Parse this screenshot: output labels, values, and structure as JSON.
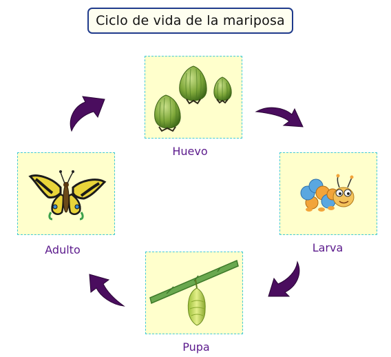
{
  "title": "Ciclo de vida de la mariposa",
  "stages": {
    "egg": {
      "label": "Huevo"
    },
    "larva": {
      "label": "Larva"
    },
    "pupa": {
      "label": "Pupa"
    },
    "adult": {
      "label": "Adulto"
    }
  },
  "colors": {
    "title_border": "#1f3a8c",
    "box_fill": "#ffffcc",
    "box_border": "#3ec8d6",
    "label_text": "#5b1a8c",
    "arrow_fill": "#4a0d5e"
  },
  "icons": [
    "egg-icon",
    "caterpillar-icon",
    "chrysalis-icon",
    "butterfly-icon",
    "cycle-arrow-icon"
  ]
}
